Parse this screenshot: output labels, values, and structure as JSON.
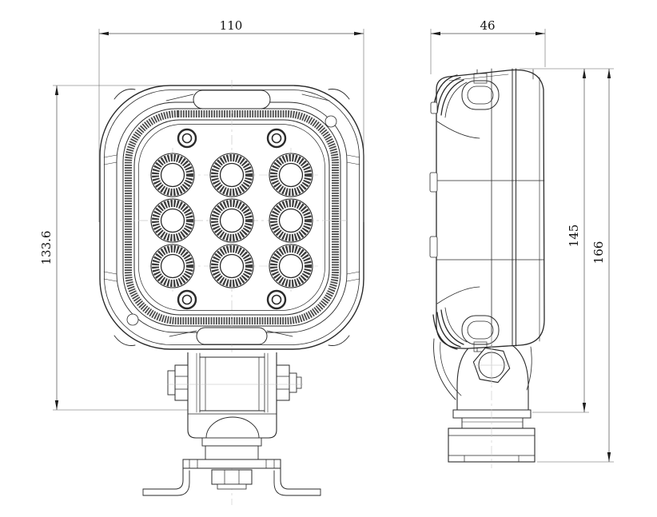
{
  "drawing": {
    "background": "#ffffff",
    "line_color": "#2a2a2a",
    "centerline_color": "#c9c9c9",
    "text_color": "#121212"
  },
  "views": {
    "front": {
      "led_rows": 3,
      "led_cols": 3,
      "led_count": 9,
      "corner_screw_count": 4
    },
    "side": {
      "clip_tab_count": 3
    }
  },
  "dimensions": {
    "front_width": "110",
    "front_height": "133.6",
    "side_depth": "46",
    "side_height_to_bracket": "145",
    "side_height_overall": "166"
  }
}
